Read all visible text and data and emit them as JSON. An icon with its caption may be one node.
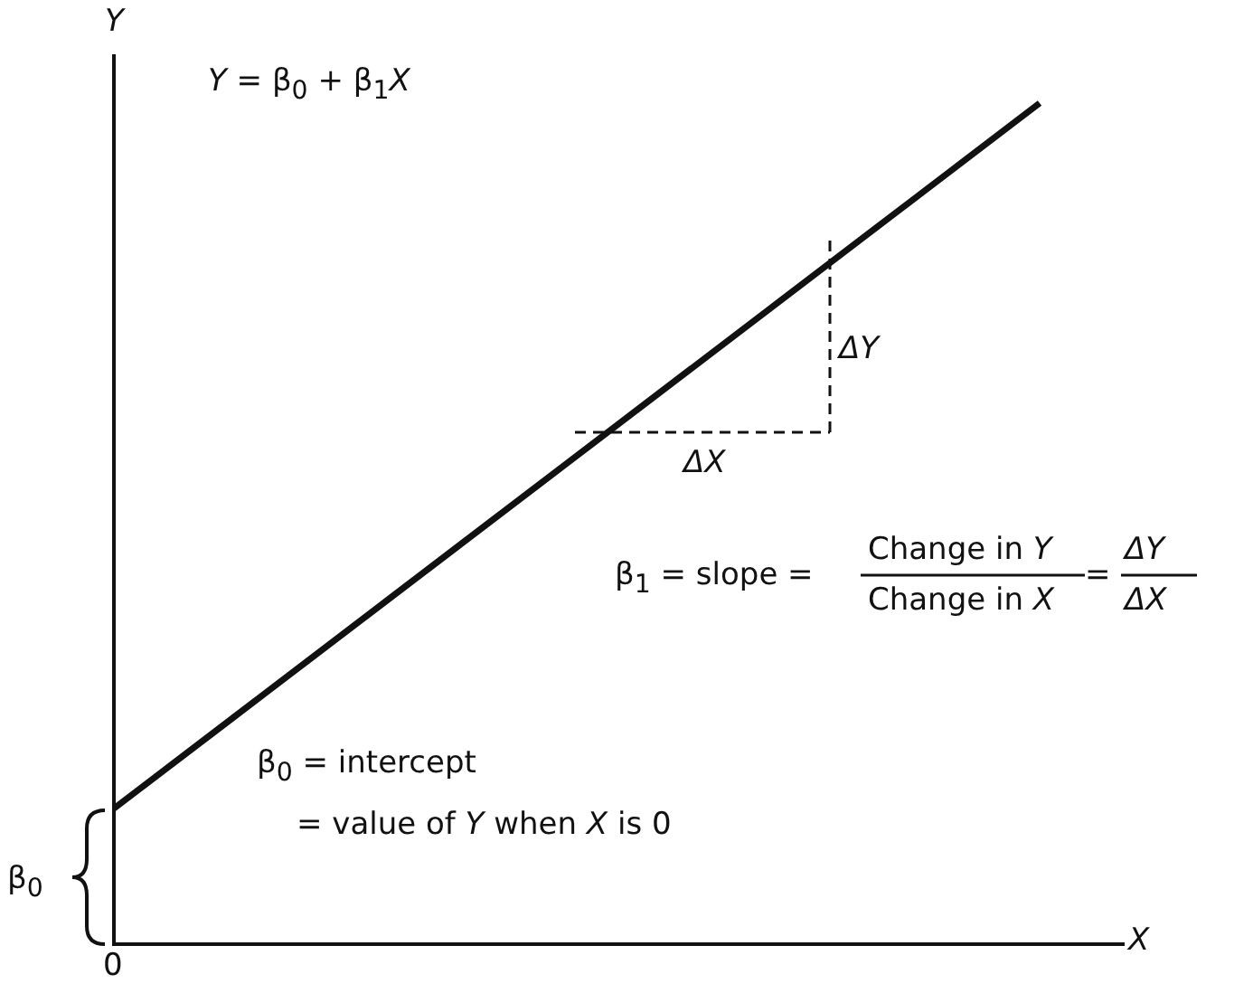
{
  "diagram": {
    "labels": [
      "*Y*",
      "*Y* = β$_{0}$ + β$_{1}$*X*",
      "ΔY",
      "ΔX",
      "β$_{1}$ = slope =",
      "Change in *Y*",
      "Change in *X*",
      "=",
      "ΔY",
      "ΔX",
      "β$_{0}$",
      "β$_{0}$ = intercept",
      "= value of *Y* when *X* is 0",
      "0",
      "*X*"
    ]
  }
}
